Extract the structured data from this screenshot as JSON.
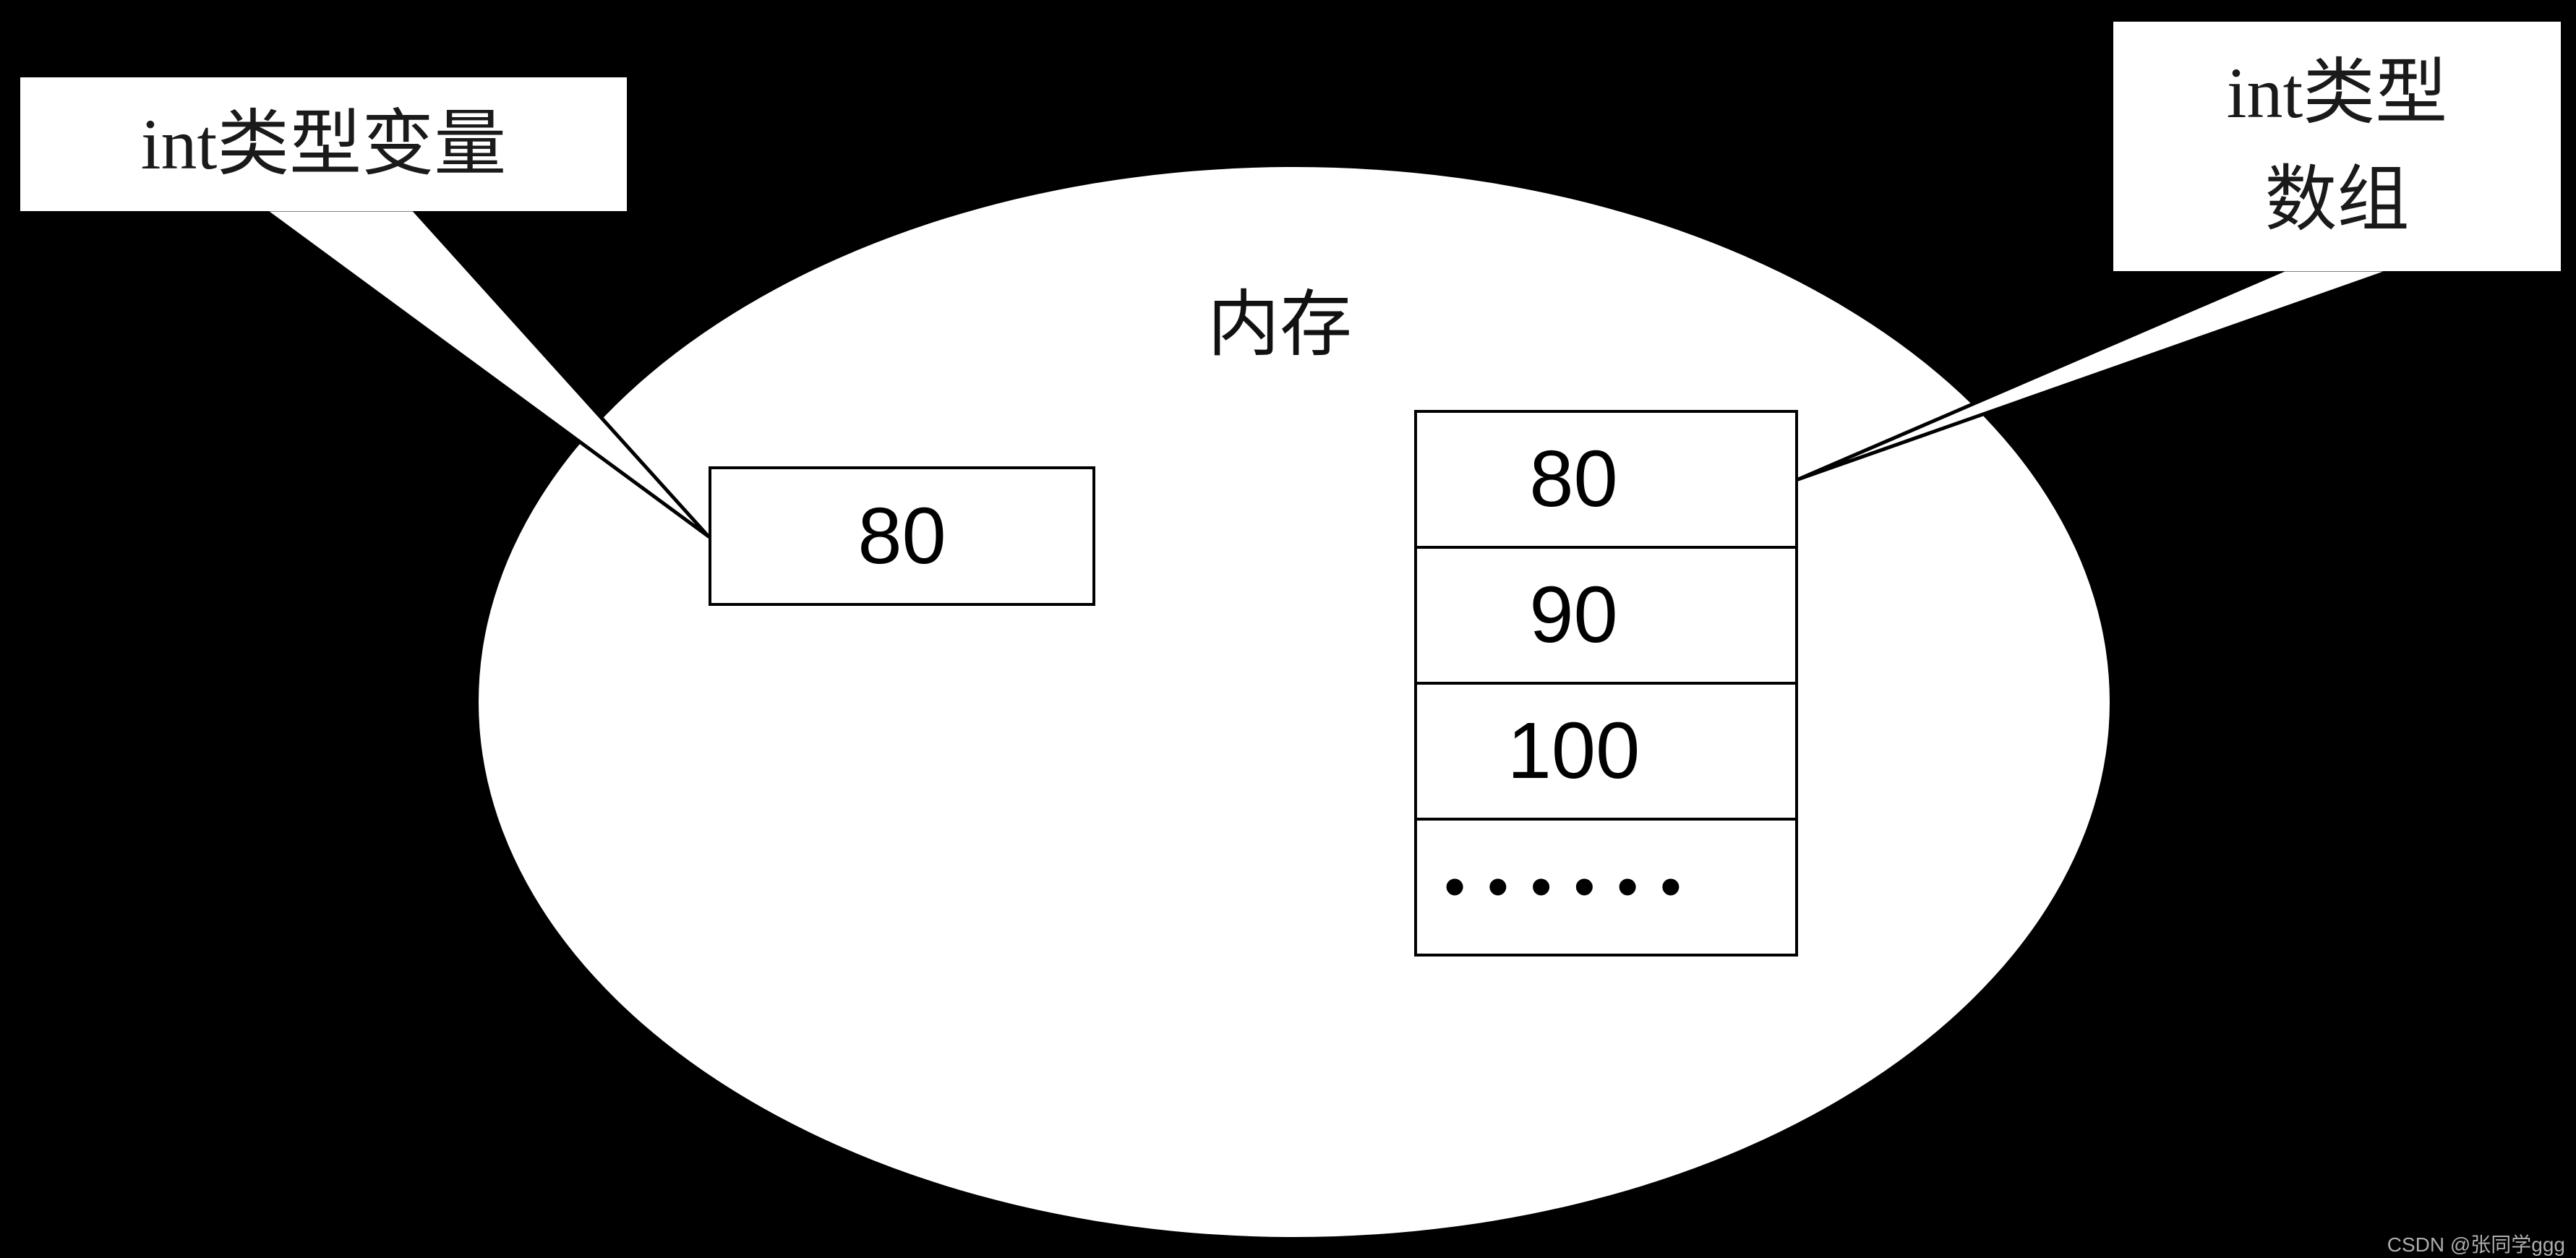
{
  "canvas": {
    "background_color": "#000000",
    "shape_fill_color": "#ffffff",
    "stroke_color": "#000000"
  },
  "memory": {
    "label": "内存"
  },
  "callout_left": {
    "label": "int类型变量"
  },
  "callout_right": {
    "line1": "int类型",
    "line2": "数组"
  },
  "variable_box": {
    "value": "80"
  },
  "array_box": {
    "cells": [
      "80",
      "90",
      "100",
      "••••••"
    ]
  },
  "watermark": {
    "text": "CSDN @张同学ggg",
    "color": "#adadad"
  }
}
